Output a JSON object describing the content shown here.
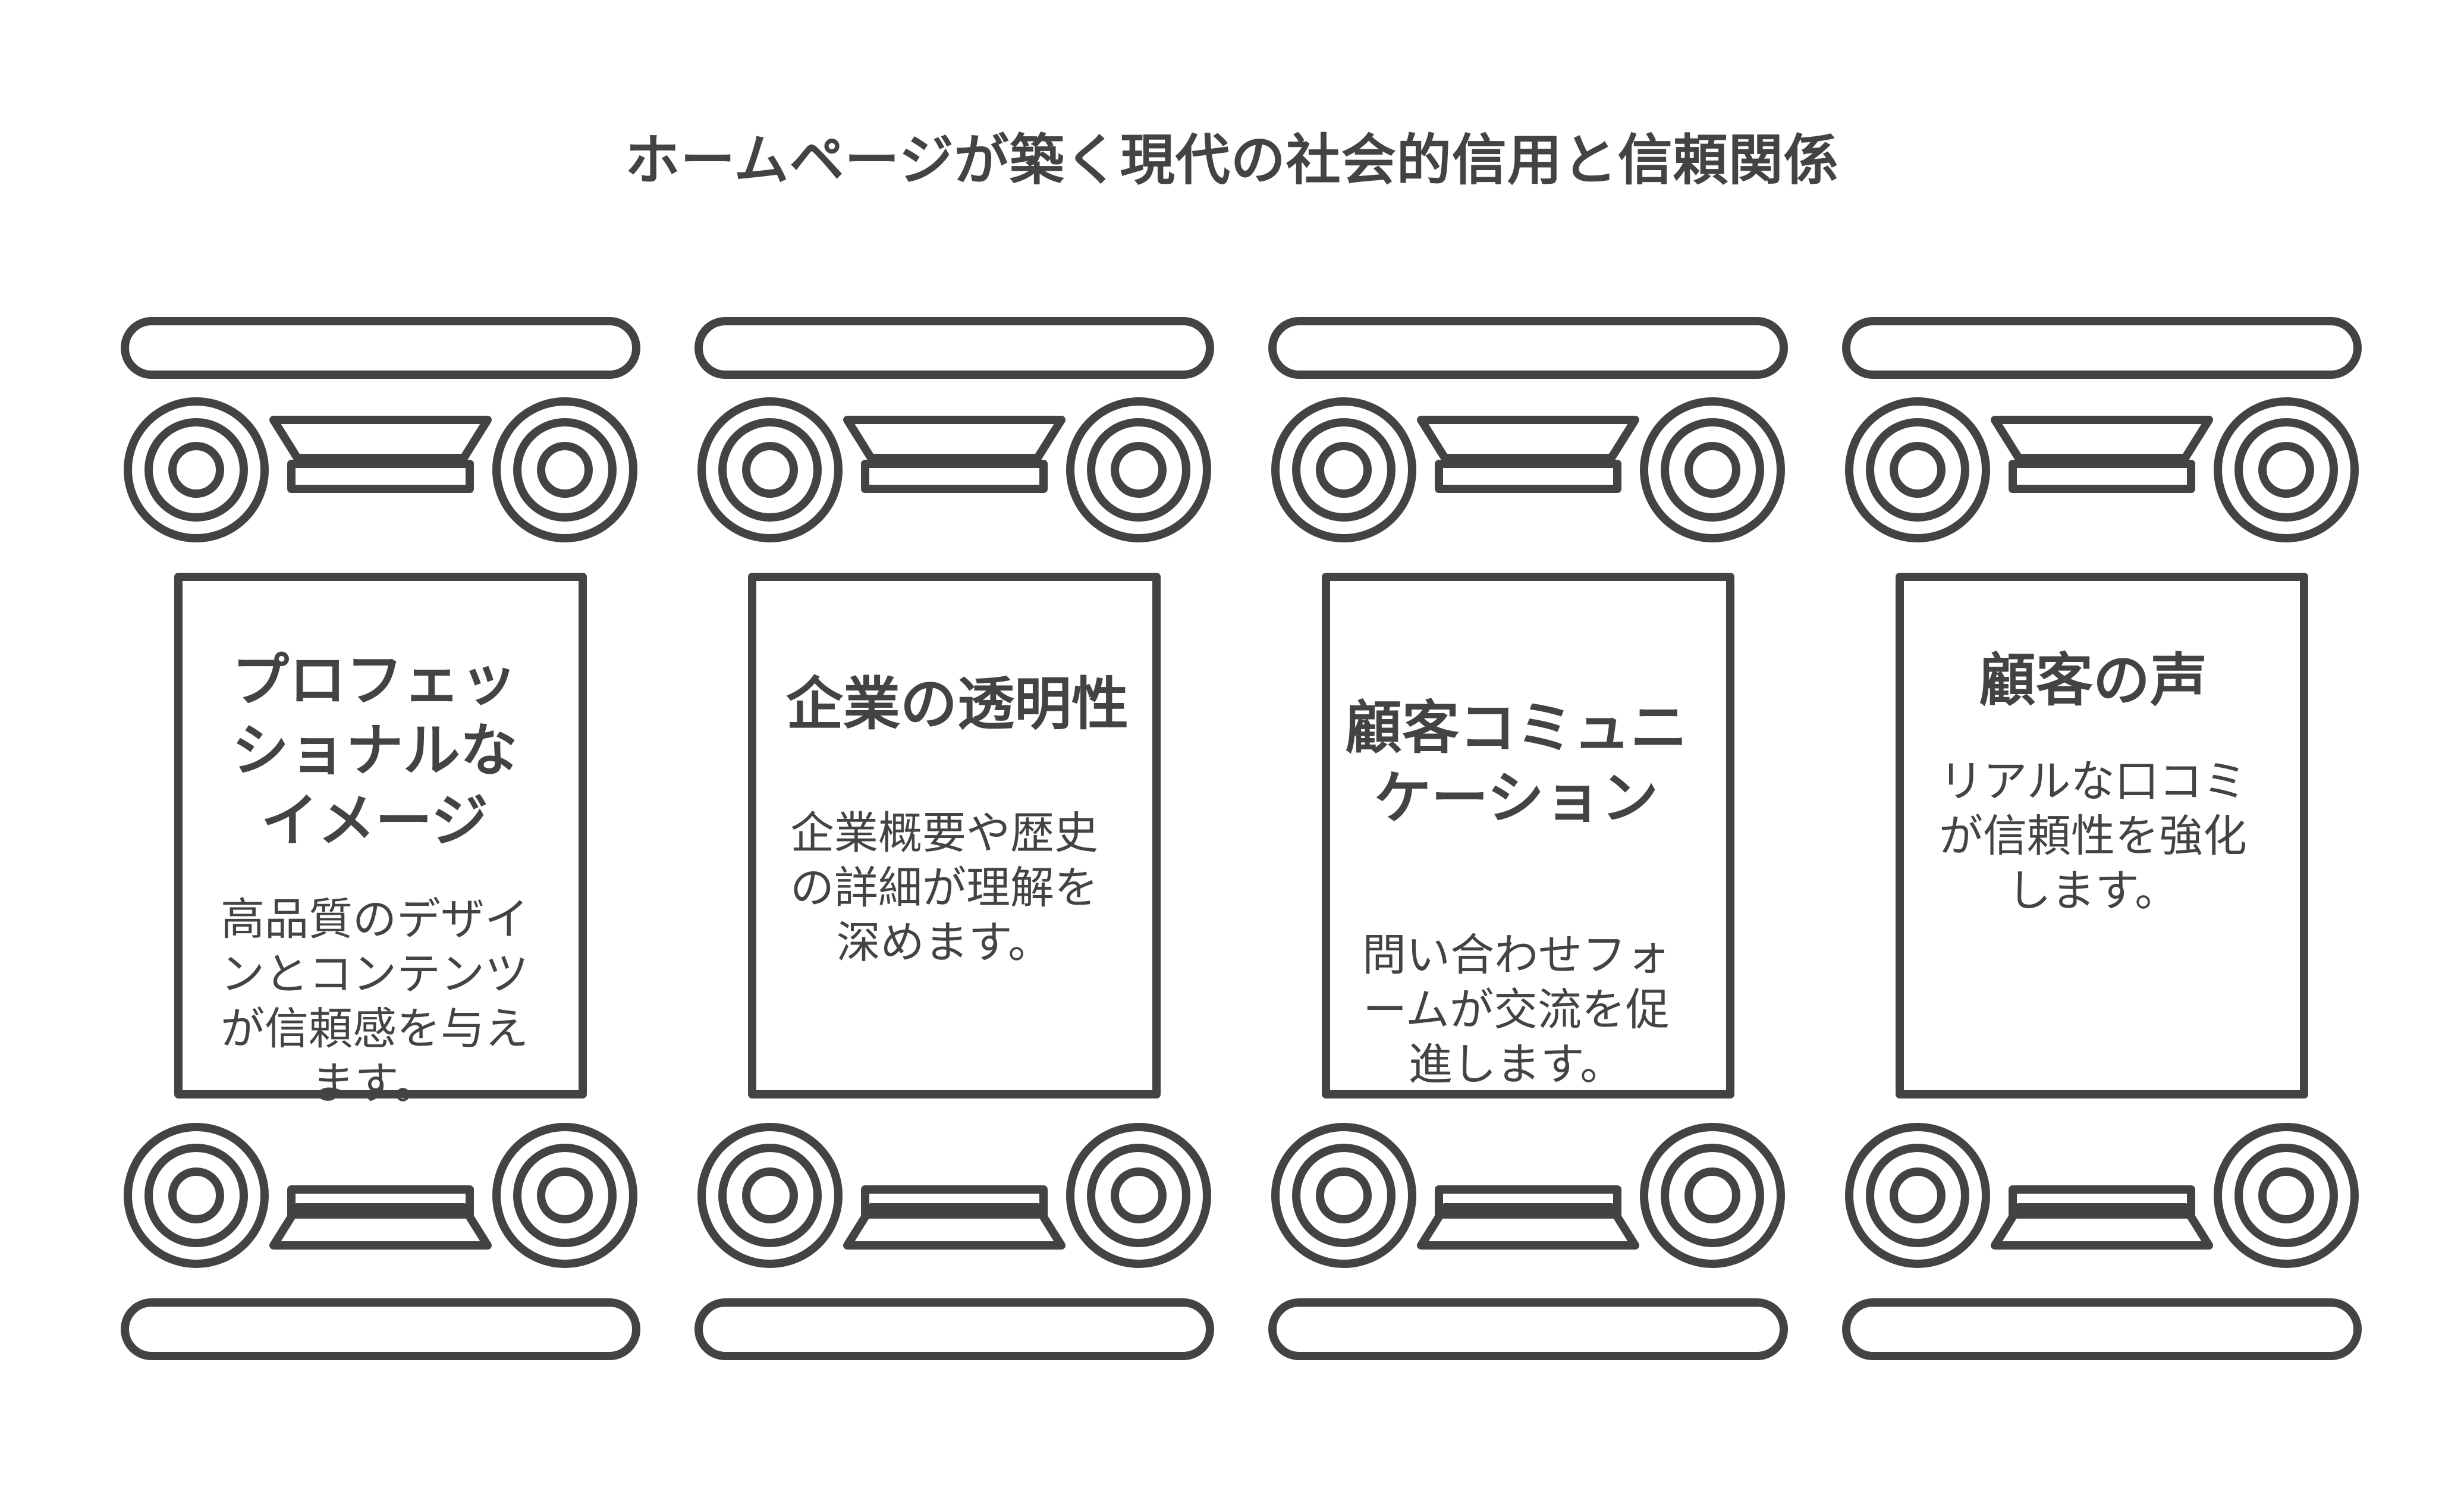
{
  "title": "ホームページが築く現代の社会的信用と信頼関係",
  "pillars": [
    {
      "heading": "プロフェッショナルなイメージ",
      "description": "高品質のデザインとコンテンツが信頼感を与えます。"
    },
    {
      "heading": "企業の透明性",
      "description": "企業概要や歴史の詳細が理解を深めます。"
    },
    {
      "heading": "顧客コミュニケーション",
      "description": "問い合わせフォームが交流を促進します。"
    },
    {
      "heading": "顧客の声",
      "description": "リアルな口コミが信頼性を強化します。"
    }
  ],
  "colors": {
    "stroke": "#434343",
    "background": "#ffffff"
  }
}
